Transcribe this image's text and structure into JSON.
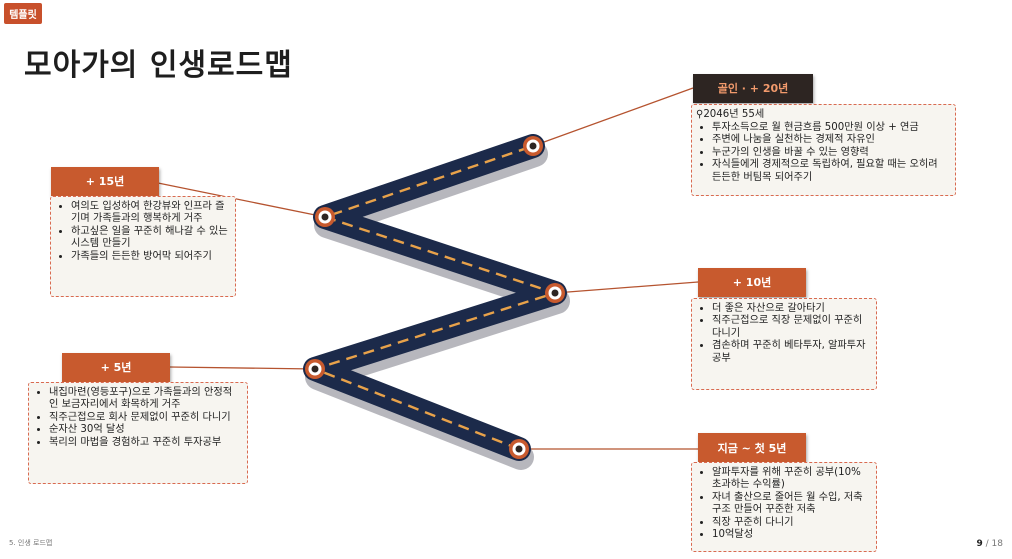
{
  "header": {
    "tag": "템플릿",
    "title": "모아가의 인생로드맵"
  },
  "milestones": {
    "goal": {
      "label": "골인 · + 20년",
      "lead": "2046년 55세",
      "items": [
        "투자소득으로 월 현금흐름 500만원 이상 + 연금",
        "주변에 나눔을 실천하는 경제적 자유인",
        "누군가의 인생을 바꿀 수 있는 영향력",
        "자식들에게 경제적으로 독립하여, 필요할 때는 오히려 든든한 버팀목 되어주기"
      ]
    },
    "y15": {
      "label": "+ 15년",
      "items": [
        "여의도 입성하여 한강뷰와 인프라 즐기며 가족들과의 행복하게 거주",
        "하고싶은 일을 꾸준히 해나갈 수 있는 시스템 만들기",
        "가족들의 든든한 방어막 되어주기"
      ]
    },
    "y10": {
      "label": "+ 10년",
      "items": [
        "더 좋은 자산으로 갈아타기",
        "직주근접으로 직장 문제없이 꾸준히 다니기",
        "겸손하며 꾸준히 베타투자, 알파투자 공부"
      ]
    },
    "y5": {
      "label": "+ 5년",
      "items": [
        "내집마련(영등포구)으로 가족들과의 안정적인 보금자리에서 화목하게 거주",
        "직주근접으로 회사 문제없이 꾸준히 다니기",
        "순자산 30억 달성",
        "복리의 마법을 경험하고 꾸준히 투자공부"
      ]
    },
    "now": {
      "label": "지금 ~ 첫 5년",
      "items": [
        "알파투자를 위해 꾸준히 공부(10% 초과하는 수익률)",
        "자녀 출산으로 줄어든 월 수입, 저축구조 만들어 꾸준한 저축",
        "직장 꾸준히 다니기",
        "10억달성"
      ]
    }
  },
  "footer": {
    "section": "5. 인생 로드맵",
    "page": "9",
    "separator": "/",
    "total": "18"
  },
  "colors": {
    "accent": "#c85a2e",
    "road": "#1c2a4a",
    "dash": "#e8a24a",
    "dark_label": "#2d2522"
  },
  "icons": {
    "lead_icon": "key-icon"
  }
}
